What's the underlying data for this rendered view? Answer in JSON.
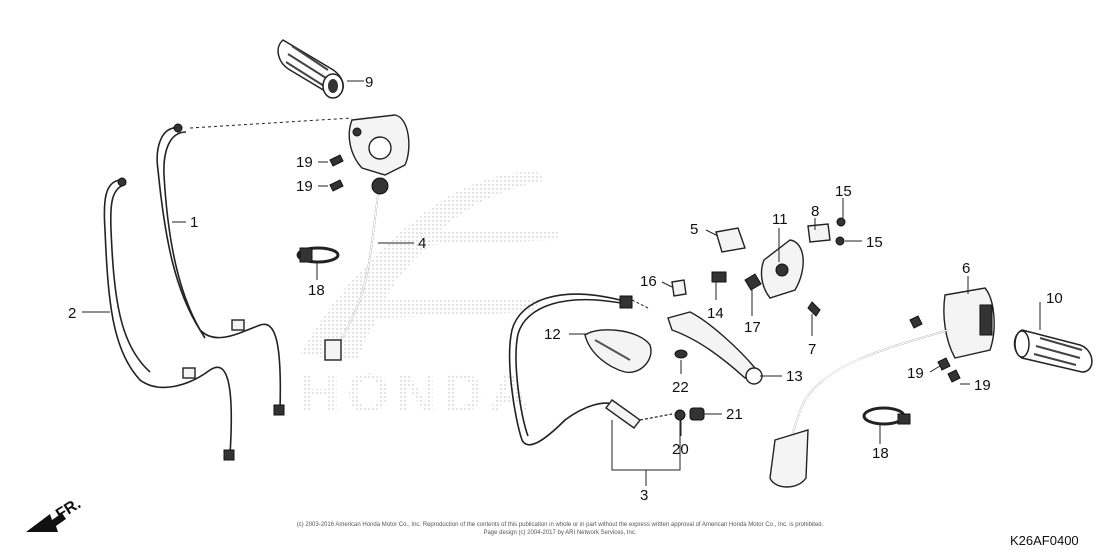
{
  "diagram": {
    "code": "K26AF0400",
    "direction_label": "FR.",
    "footer_line1": "(c) 2003-2016 American Honda Motor Co., Inc. Reproduction of the contents of this publication in whole or in part without the express written approval of American Honda Motor Co., Inc. is prohibited.",
    "footer_line2": "Page design (c) 2004-2017 by ARI Network Services, Inc.",
    "watermark_text": "HONDA",
    "callouts": [
      {
        "id": "c1",
        "label": "1"
      },
      {
        "id": "c2",
        "label": "2"
      },
      {
        "id": "c3",
        "label": "3"
      },
      {
        "id": "c4",
        "label": "4"
      },
      {
        "id": "c5",
        "label": "5"
      },
      {
        "id": "c6",
        "label": "6"
      },
      {
        "id": "c7",
        "label": "7"
      },
      {
        "id": "c8",
        "label": "8"
      },
      {
        "id": "c9",
        "label": "9"
      },
      {
        "id": "c10",
        "label": "10"
      },
      {
        "id": "c11",
        "label": "11"
      },
      {
        "id": "c12",
        "label": "12"
      },
      {
        "id": "c13",
        "label": "13"
      },
      {
        "id": "c14",
        "label": "14"
      },
      {
        "id": "c15a",
        "label": "15"
      },
      {
        "id": "c15b",
        "label": "15"
      },
      {
        "id": "c16",
        "label": "16"
      },
      {
        "id": "c17",
        "label": "17"
      },
      {
        "id": "c18a",
        "label": "18"
      },
      {
        "id": "c18b",
        "label": "18"
      },
      {
        "id": "c19a",
        "label": "19"
      },
      {
        "id": "c19b",
        "label": "19"
      },
      {
        "id": "c19c",
        "label": "19"
      },
      {
        "id": "c19d",
        "label": "19"
      },
      {
        "id": "c20",
        "label": "20"
      },
      {
        "id": "c21",
        "label": "21"
      },
      {
        "id": "c22",
        "label": "22"
      }
    ]
  }
}
